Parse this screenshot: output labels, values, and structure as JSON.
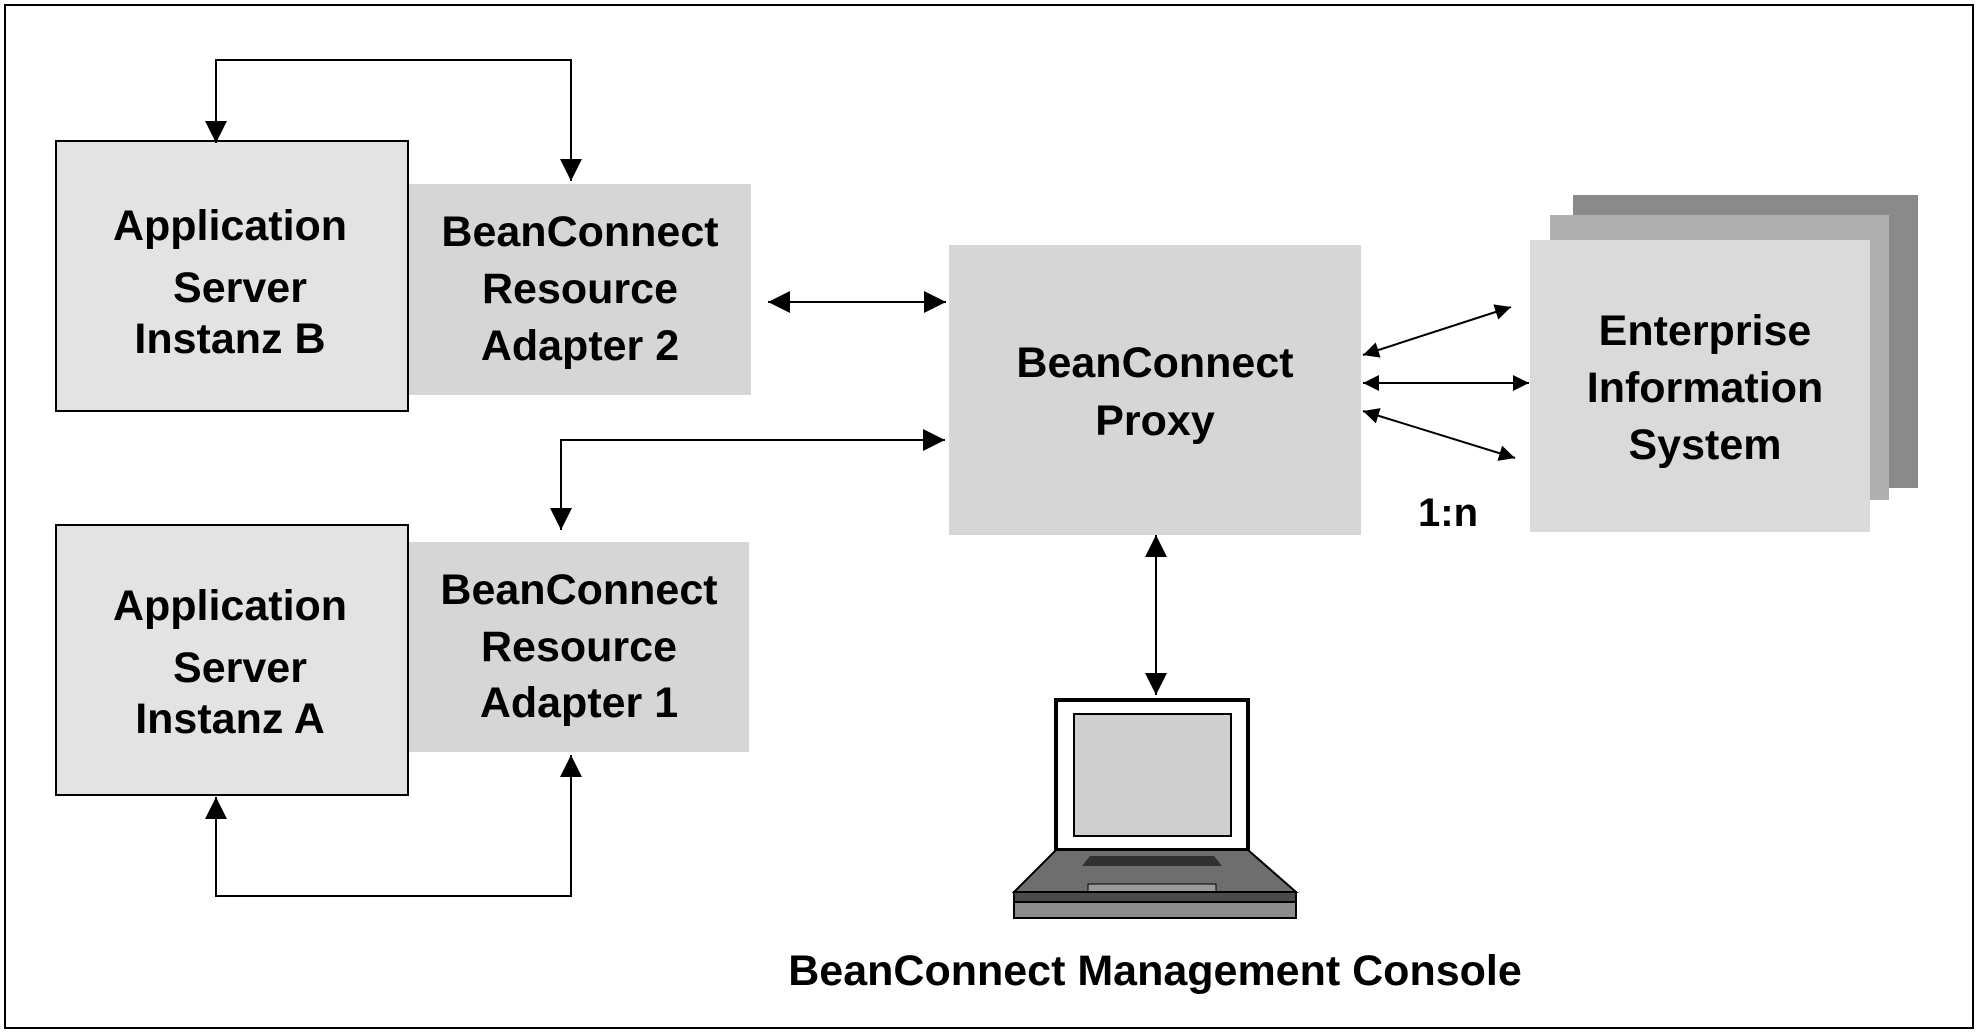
{
  "diagram": {
    "app_server_b": {
      "line1": "Application",
      "line2": "Server",
      "line3": "Instanz B"
    },
    "app_server_a": {
      "line1": "Application",
      "line2": "Server",
      "line3": "Instanz A"
    },
    "adapter_2": {
      "line1": "BeanConnect",
      "line2": "Resource",
      "line3": "Adapter 2"
    },
    "adapter_1": {
      "line1": "BeanConnect",
      "line2": "Resource",
      "line3": "Adapter 1"
    },
    "proxy": {
      "line1": "BeanConnect",
      "line2": "Proxy"
    },
    "eis": {
      "line1": "Enterprise",
      "line2": "Information",
      "line3": "System"
    },
    "ratio_label": "1:n",
    "console_label": "BeanConnect Management Console"
  },
  "colors": {
    "box_light": "#e3e3e3",
    "box_medium": "#d6d6d6",
    "eis_back": "#8a8a8a",
    "eis_middle": "#b0b0b0",
    "border": "#000000"
  },
  "icons": [
    "laptop-icon"
  ]
}
